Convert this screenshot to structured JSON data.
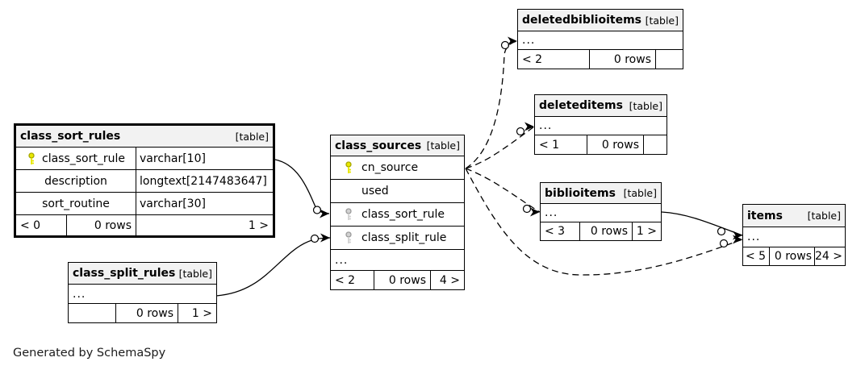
{
  "diagram": {
    "generated_note": "Generated by SchemaSpy",
    "colors": {
      "header_bg": "#f2f2f2",
      "primary_key": "#e8e800",
      "foreign_key": "#d2d2d2",
      "line": "#000000"
    }
  },
  "tables": {
    "class_sort_rules": {
      "name": "class_sort_rules",
      "type_label": "[table]",
      "columns": [
        {
          "name": "class_sort_rule",
          "type": "varchar[10]",
          "key": "primary"
        },
        {
          "name": "description",
          "type": "longtext[2147483647]",
          "key": ""
        },
        {
          "name": "sort_routine",
          "type": "varchar[30]",
          "key": ""
        }
      ],
      "footer": {
        "parents": "< 0",
        "rows": "0 rows",
        "children": "1 >"
      }
    },
    "class_split_rules": {
      "name": "class_split_rules",
      "type_label": "[table]",
      "ellipsis": "...",
      "footer": {
        "parents": "",
        "rows": "0 rows",
        "children": "1 >"
      }
    },
    "class_sources": {
      "name": "class_sources",
      "type_label": "[table]",
      "columns": [
        {
          "name": "cn_source",
          "key": "primary"
        },
        {
          "name": "used",
          "key": ""
        },
        {
          "name": "class_sort_rule",
          "key": "foreign"
        },
        {
          "name": "class_split_rule",
          "key": "foreign"
        }
      ],
      "ellipsis": "...",
      "footer": {
        "parents": "< 2",
        "rows": "0 rows",
        "children": "4 >"
      }
    },
    "deletedbiblioitems": {
      "name": "deletedbiblioitems",
      "type_label": "[table]",
      "ellipsis": "...",
      "footer": {
        "parents": "< 2",
        "rows": "0 rows",
        "children": ""
      }
    },
    "deleteditems": {
      "name": "deleteditems",
      "type_label": "[table]",
      "ellipsis": "...",
      "footer": {
        "parents": "< 1",
        "rows": "0 rows",
        "children": ""
      }
    },
    "biblioitems": {
      "name": "biblioitems",
      "type_label": "[table]",
      "ellipsis": "...",
      "footer": {
        "parents": "< 3",
        "rows": "0 rows",
        "children": "1 >"
      }
    },
    "items": {
      "name": "items",
      "type_label": "[table]",
      "ellipsis": "...",
      "footer": {
        "parents": "< 5",
        "rows": "0 rows",
        "children": "24 >"
      }
    }
  }
}
